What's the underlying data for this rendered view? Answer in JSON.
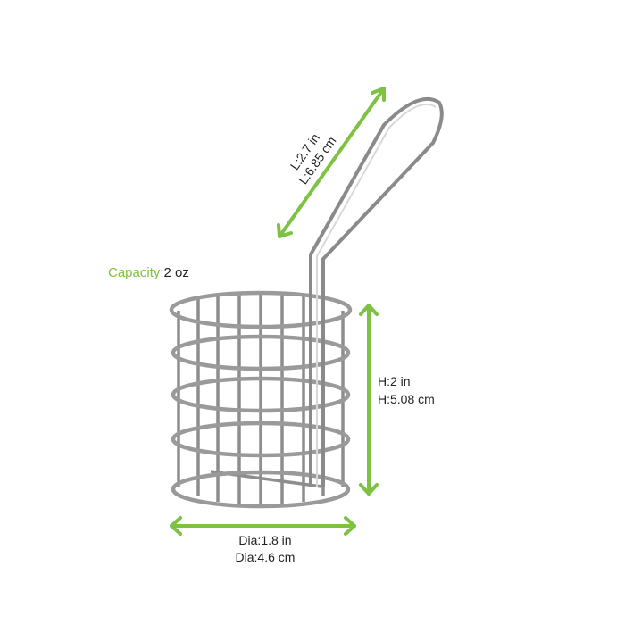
{
  "accent_color": "#7dc242",
  "capacity": {
    "label": "Capacity:",
    "value": "2 oz"
  },
  "handle_length": {
    "in": "L:2.7 in",
    "cm": "L:6.85 cm"
  },
  "height": {
    "in": "H:2 in",
    "cm": "H:5.08 cm"
  },
  "diameter": {
    "in": "Dia:1.8 in",
    "cm": "Dia:4.6 cm"
  }
}
